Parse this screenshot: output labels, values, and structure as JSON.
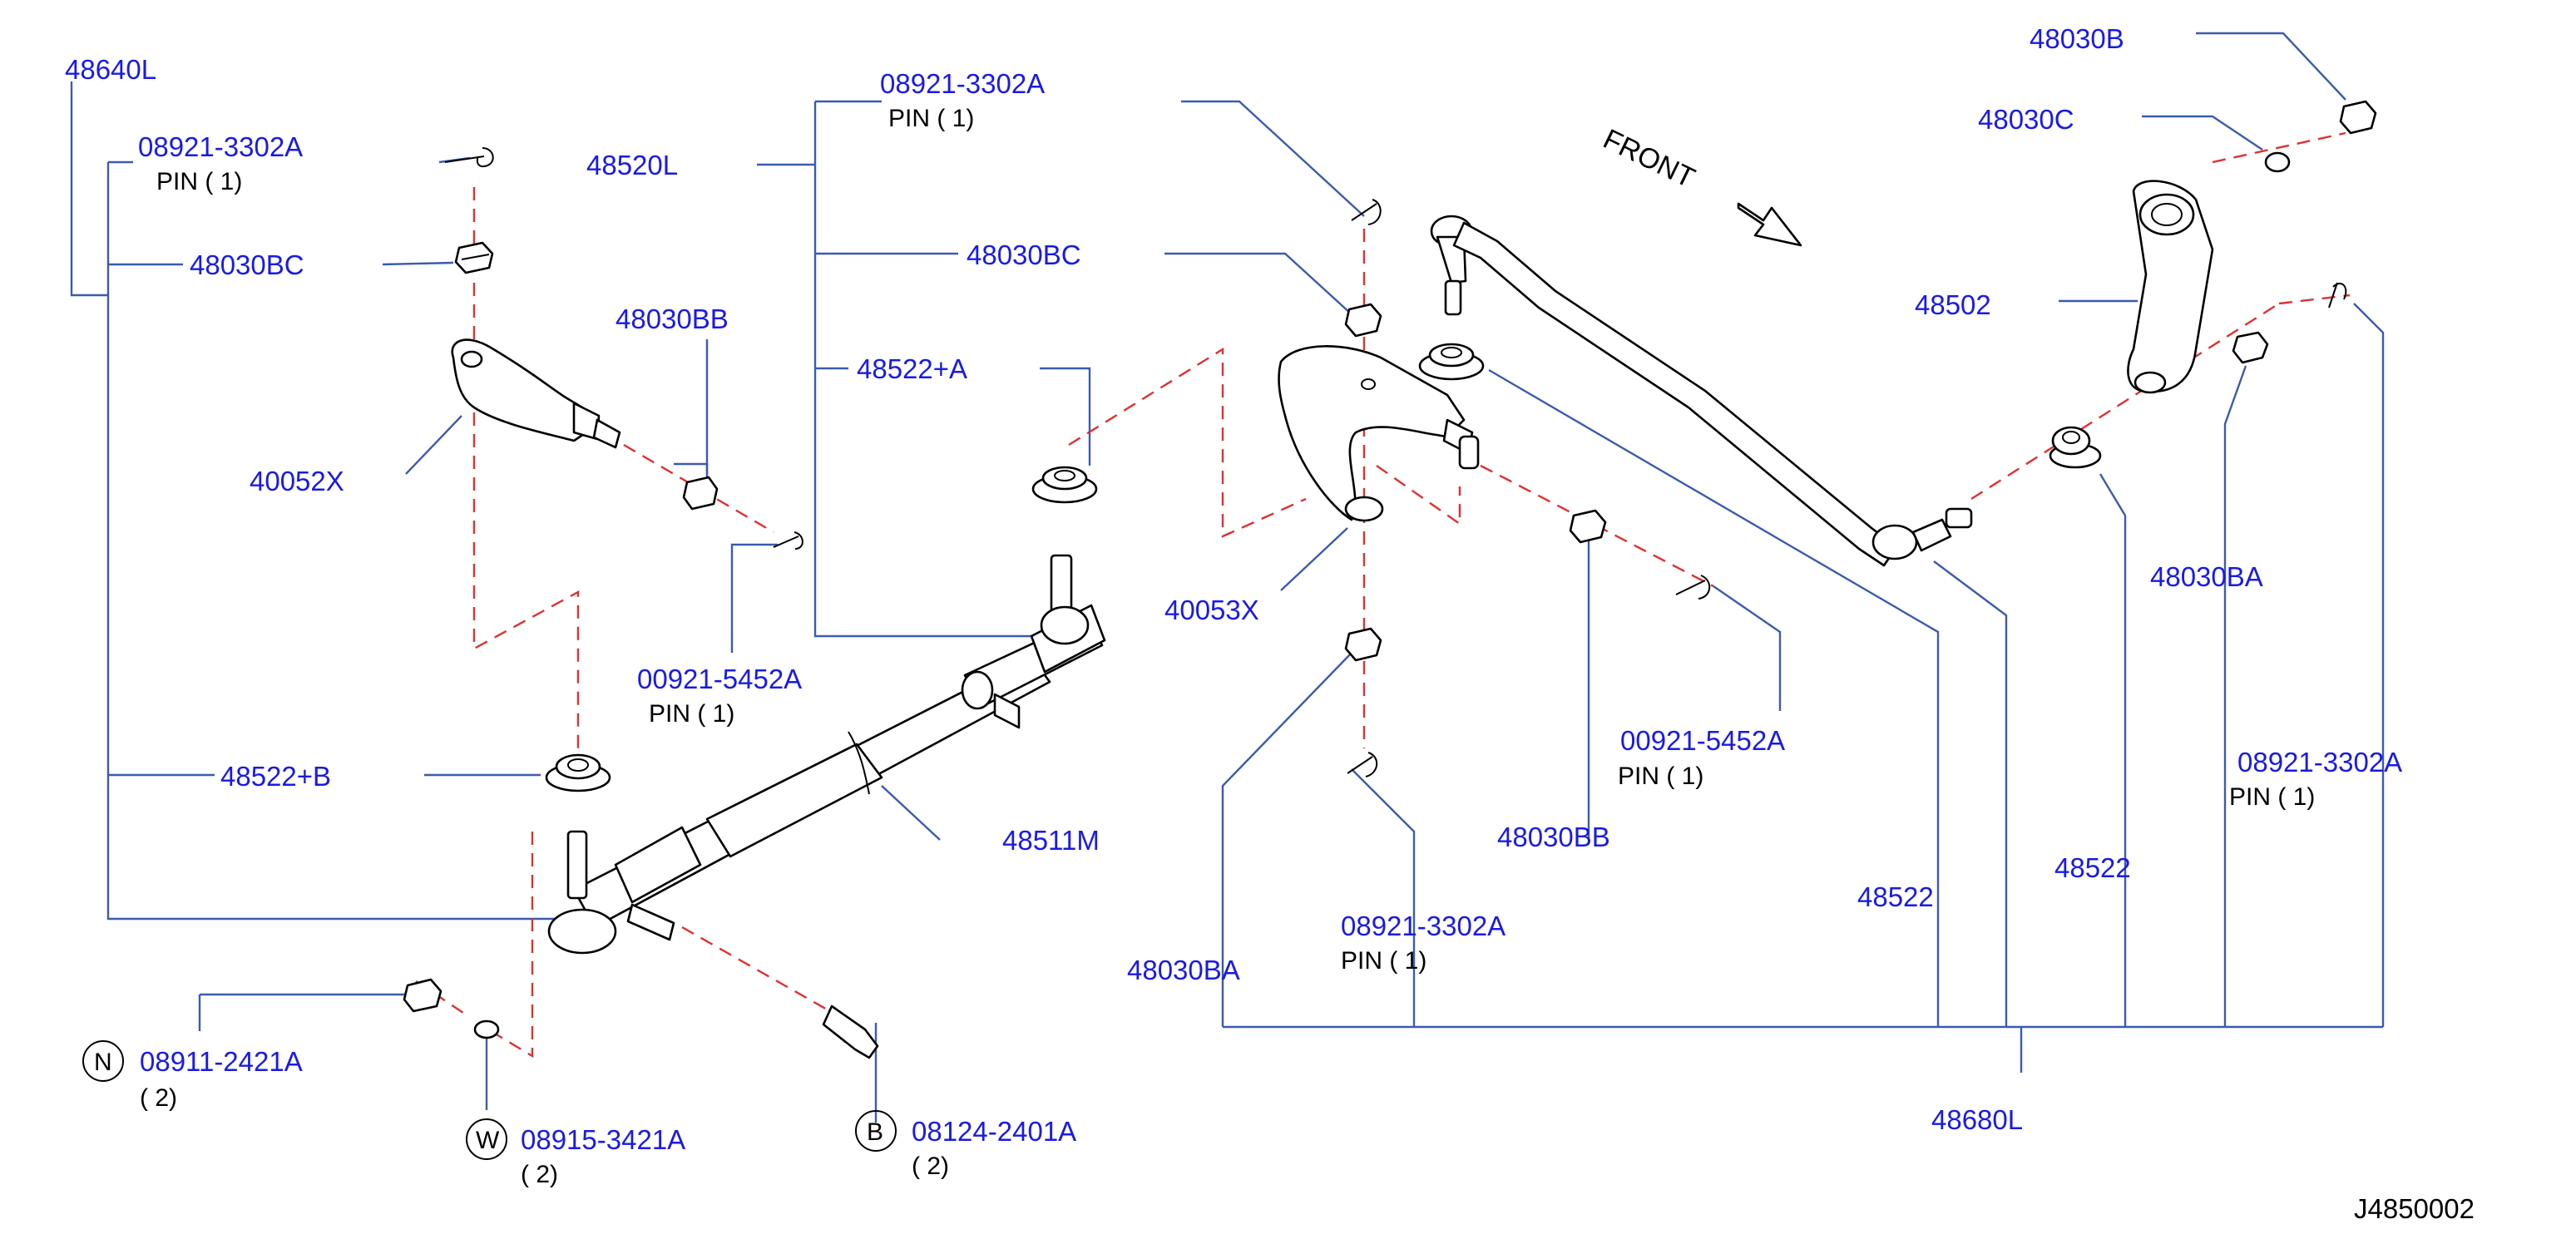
{
  "diagram": {
    "colors": {
      "label": "#1a1ae6",
      "leader": "#3a5bb0",
      "centerline": "#e03030",
      "outline": "#000000"
    },
    "front_marker": "FRONT",
    "drawing_code": "J4850002",
    "labels": {
      "l48640L": "48640L",
      "l08921a": "08921-3302A",
      "l08921a_pin": "PIN  ( 1)",
      "l48030BC_a": "48030BC",
      "l48030BB_a": "48030BB",
      "l40052X": "40052X",
      "l00921a": "00921-5452A",
      "l00921a_pin": "PIN  ( 1)",
      "l48522B": "48522+B",
      "l48511M": "48511M",
      "l08911": "08911-2421A",
      "l08911_qty": "( 2)",
      "l08915": "08915-3421A",
      "l08915_qty": "( 2)",
      "l08124": "08124-2401A",
      "l08124_qty": "( 2)",
      "l48520L": "48520L",
      "l08921b": "08921-3302A",
      "l08921b_pin": "PIN  ( 1)",
      "l48030BC_b": "48030BC",
      "l48522A": "48522+A",
      "l40053X": "40053X",
      "l48030BA_a": "48030BA",
      "l08921c": "08921-3302A",
      "l08921c_pin": "PIN  ( 1)",
      "l00921b": "00921-5452A",
      "l00921b_pin": "PIN  ( 1)",
      "l48030BB_b": "48030BB",
      "l48522_a": "48522",
      "l48522_b": "48522",
      "l48680L": "48680L",
      "l48030B": "48030B",
      "l48030C": "48030C",
      "l48502": "48502",
      "l48030BA_b": "48030BA",
      "l08921d": "08921-3302A",
      "l08921d_pin": "PIN  ( 1)"
    },
    "circled_marks": {
      "n": "N",
      "w": "W",
      "b": "B"
    }
  }
}
